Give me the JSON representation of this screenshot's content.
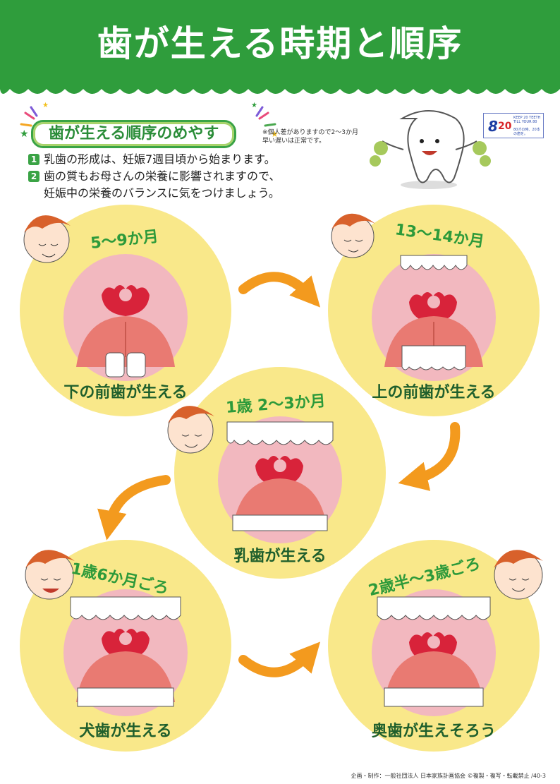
{
  "title": "歯が生える時期と順序",
  "subtitle": "歯が生える順序のめやす",
  "note": [
    "※個人差がありますので2〜3か月",
    "早い遅いは正常です。"
  ],
  "points": [
    {
      "num": "1",
      "lines": [
        "乳歯の形成は、妊娠7週目頃から始まります。"
      ]
    },
    {
      "num": "2",
      "lines": [
        "歯の質もお母さんの栄養に影響されますので、",
        "妊娠中の栄養のバランスに気をつけましょう。"
      ]
    }
  ],
  "logo": {
    "line1": "KEEP 20 TEETH TILL YOUR 80",
    "big8": "8",
    "big20": "20",
    "line2": "80才の時、20本の歯を。"
  },
  "stages": [
    {
      "age": "5〜9か月",
      "label": "下の前歯が生える"
    },
    {
      "age": "13〜14か月",
      "label": "上の前歯が生える"
    },
    {
      "age": "1歳 2〜3か月",
      "label": "乳歯が生える"
    },
    {
      "age": "1歳6か月ごろ",
      "label": "犬歯が生える"
    },
    {
      "age": "2歳半〜3歳ごろ",
      "label": "奥歯が生えそろう"
    }
  ],
  "footer": "企画・制作：一般社団法人 日本家族計画協会 ©複製・複写・転載禁止 /40-3",
  "colors": {
    "green": "#2f9d3c",
    "yellow_outer": "#f9e88a",
    "yellow_inner": "#fbf0a8",
    "mouth_pink": "#f2b8bf",
    "tongue": "#e97a72",
    "uvula": "#d8233a",
    "arrow": "#f39a1e"
  }
}
